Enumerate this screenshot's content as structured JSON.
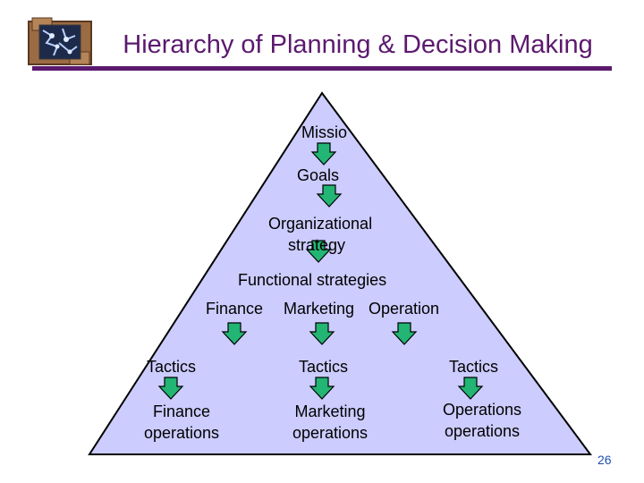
{
  "title": "Hierarchy of Planning & Decision Making",
  "pyramid": {
    "mission": "Missio",
    "goals": "Goals",
    "org_strategy_line1": "Organizational",
    "org_strategy_line2": "strategy",
    "functional": "Functional strategies",
    "finance": "Finance",
    "marketing": "Marketing",
    "operation": "Operation",
    "tactics_left": "Tactics",
    "tactics_mid": "Tactics",
    "tactics_right": "Tactics",
    "fin_ops_line1": "Finance",
    "fin_ops_line2": "operations",
    "mkt_ops_line1": "Marketing",
    "mkt_ops_line2": "operations",
    "op_ops_line1": "Operations",
    "op_ops_line2": "operations"
  },
  "colors": {
    "title": "#5b1a6e",
    "pyramid_fill": "#ccccff",
    "arrow_fill": "#22b573",
    "page_number": "#1f4fb0"
  },
  "page_number": "26"
}
